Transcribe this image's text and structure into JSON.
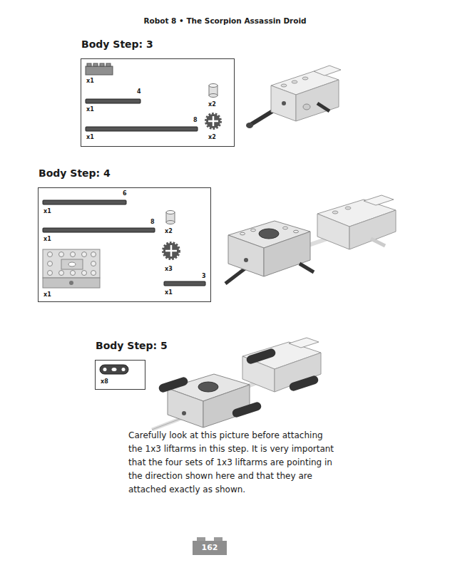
{
  "diagram": {
    "title": "Robot 8 • The Scorpion Assassin Droid",
    "caption": "Carefully look at this picture before attaching the 1x3 liftarms in this step. It is very important that the four sets of 1x3 liftarms are pointing in the direction shown here and that they are attached exactly as shown.",
    "nodes": [
      {
        "text": [
          "Body Step: 3"
        ]
      },
      {
        "text": [
          "Body Step: 4"
        ]
      },
      {
        "text": [
          "Body Step: 5"
        ]
      }
    ],
    "labels": [
      "x1",
      "4",
      "x1",
      "8",
      "x1",
      "x2",
      "x2",
      "6",
      "x1",
      "8",
      "x1",
      "x1",
      "x2",
      "x3",
      "3",
      "x1",
      "x8",
      "162"
    ]
  }
}
